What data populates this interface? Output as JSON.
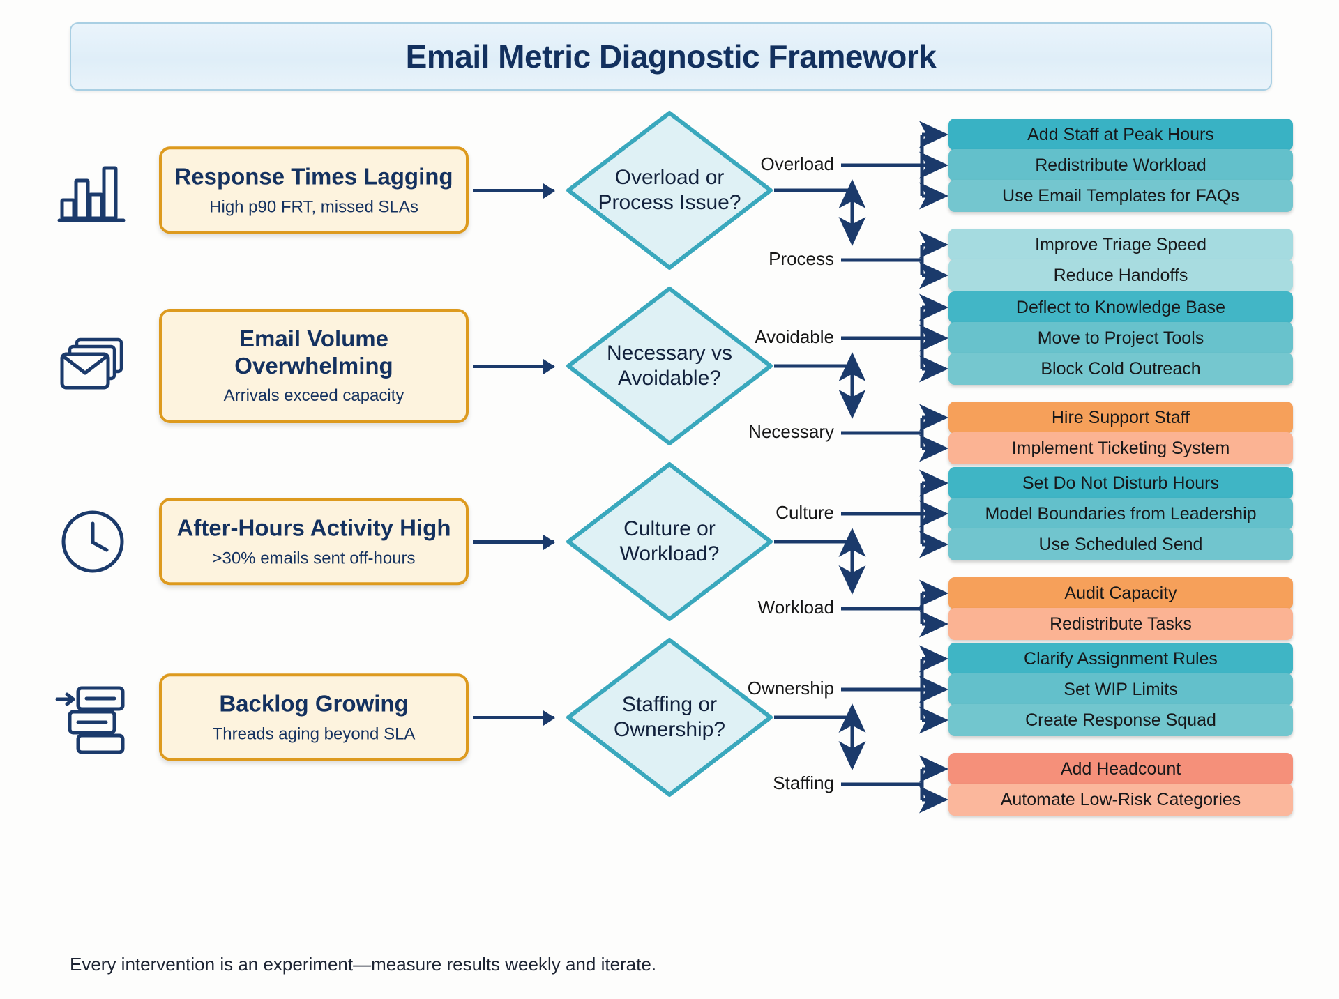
{
  "title": "Email Metric Diagnostic Framework",
  "footer": "Every intervention is an experiment—measure results weekly and iterate.",
  "colors": {
    "title_text": "#12305e",
    "title_bg": "#e4f0f9",
    "title_border": "#a9cfe3",
    "problem_bg": "#fdf3de",
    "problem_border": "#dd9a1e",
    "diamond_fill": "#dff1f5",
    "diamond_border": "#3aa8bd",
    "connector": "#1b3a6b",
    "teal_dark": "#39b2c4",
    "teal_mid": "#6cc3ce",
    "teal_light": "#8fd0d6",
    "teal_pale": "#a9dde1",
    "orange_dark": "#f6a05a",
    "orange_light": "#fbb393",
    "coral_dark": "#f59173",
    "coral_light": "#fbb79c"
  },
  "rows": [
    {
      "icon": "bar-chart-icon",
      "problem_title": "Response Times Lagging",
      "problem_subtitle": "High p90 FRT, missed SLAs",
      "decision": "Overload or Process Issue?",
      "decision_line1": "Overload or",
      "decision_line2": "Process Issue?",
      "branches": [
        {
          "label": "Overload",
          "actions": [
            {
              "text": "Add Staff at Peak Hours",
              "color": "#39b2c4"
            },
            {
              "text": "Redistribute Workload",
              "color": "#63c0cb"
            },
            {
              "text": "Use Email Templates for FAQs",
              "color": "#74c6cf"
            }
          ]
        },
        {
          "label": "Process",
          "actions": [
            {
              "text": "Improve Triage Speed",
              "color": "#a5dbe0"
            },
            {
              "text": "Reduce Handoffs",
              "color": "#a8dce0"
            }
          ]
        }
      ]
    },
    {
      "icon": "envelopes-icon",
      "problem_title": "Email Volume Overwhelming",
      "problem_subtitle": "Arrivals exceed capacity",
      "decision": "Necessary vs Avoidable?",
      "decision_line1": "Necessary vs",
      "decision_line2": "Avoidable?",
      "branches": [
        {
          "label": "Avoidable",
          "actions": [
            {
              "text": "Deflect to Knowledge Base",
              "color": "#42b6c6"
            },
            {
              "text": "Move to Project Tools",
              "color": "#68c2cc"
            },
            {
              "text": "Block Cold Outreach",
              "color": "#75c7cf"
            }
          ]
        },
        {
          "label": "Necessary",
          "actions": [
            {
              "text": "Hire Support Staff",
              "color": "#f6a05a"
            },
            {
              "text": "Implement Ticketing System",
              "color": "#fbb393"
            }
          ]
        }
      ]
    },
    {
      "icon": "clock-icon",
      "problem_title": "After-Hours Activity High",
      "problem_subtitle": ">30% emails sent off-hours",
      "decision": "Culture or Workload?",
      "decision_line1": "Culture or",
      "decision_line2": "Workload?",
      "branches": [
        {
          "label": "Culture",
          "actions": [
            {
              "text": "Set Do Not Disturb Hours",
              "color": "#3fb5c5"
            },
            {
              "text": "Model Boundaries from Leadership",
              "color": "#63c0cb"
            },
            {
              "text": "Use Scheduled Send",
              "color": "#71c5ce"
            }
          ]
        },
        {
          "label": "Workload",
          "actions": [
            {
              "text": "Audit Capacity",
              "color": "#f6a05a"
            },
            {
              "text": "Redistribute Tasks",
              "color": "#fbb393"
            }
          ]
        }
      ]
    },
    {
      "icon": "backlog-icon",
      "problem_title": "Backlog Growing",
      "problem_subtitle": "Threads aging beyond SLA",
      "decision": "Staffing or Ownership?",
      "decision_line1": "Staffing or",
      "decision_line2": "Ownership?",
      "branches": [
        {
          "label": "Ownership",
          "actions": [
            {
              "text": "Clarify Assignment Rules",
              "color": "#3fb5c5"
            },
            {
              "text": "Set WIP Limits",
              "color": "#63c0cb"
            },
            {
              "text": "Create Response Squad",
              "color": "#72c6ce"
            }
          ]
        },
        {
          "label": "Staffing",
          "actions": [
            {
              "text": "Add Headcount",
              "color": "#f5907a"
            },
            {
              "text": "Automate Low-Risk Categories",
              "color": "#fbb79c"
            }
          ]
        }
      ]
    }
  ]
}
